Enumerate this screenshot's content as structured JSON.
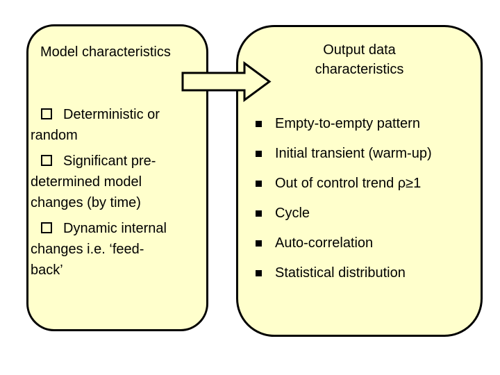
{
  "slide": {
    "colors": {
      "background": "#ffffff",
      "box_fill": "#ffffcc",
      "outline": "#000000",
      "text": "#000000"
    },
    "left_box": {
      "title": "Model characteristics",
      "bullet_icon": "open-square-bullet",
      "items": [
        "Deterministic or\nrandom",
        "Significant pre-\ndetermined model\nchanges (by time)",
        "Dynamic internal\nchanges i.e. ‘feed-\nback’"
      ]
    },
    "arrow": {
      "direction": "right",
      "fill": "#ffffcc"
    },
    "right_box": {
      "title": "Output data\ncharacteristics",
      "bullet_icon": "filled-square-bullet",
      "items": [
        "Empty-to-empty pattern",
        "Initial transient (warm-up)",
        "Out of control trend ρ≥1",
        "Cycle",
        "Auto-correlation",
        "Statistical distribution"
      ]
    }
  }
}
